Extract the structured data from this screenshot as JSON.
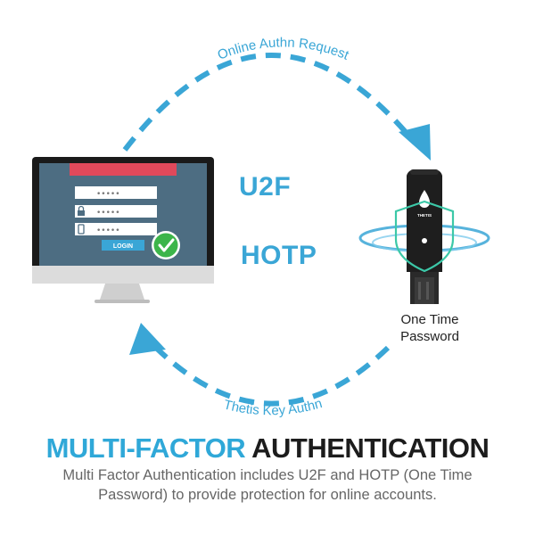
{
  "colors": {
    "accent": "#3aa6d6",
    "headline_accent": "#2fa8d8",
    "headline_dark": "#1c1c1c",
    "screen_bg": "#4d6d82",
    "login_header": "#e0495b",
    "success": "#3cb54a"
  },
  "arrows": {
    "top_label": "Online Authn Request",
    "bottom_label": "Thetis Key Authn"
  },
  "protocols": [
    "U2F",
    "HOTP"
  ],
  "login_form": {
    "field_mask": "•••••",
    "button_label": "LOGIN",
    "icons": [
      "user-icon",
      "lock-icon",
      "phone-icon"
    ]
  },
  "key": {
    "brand": "THETIS",
    "caption": "One Time Password"
  },
  "footer": {
    "title_part1": "MULTI-FACTOR",
    "title_part2": "AUTHENTICATION",
    "description": "Multi Factor Authentication includes U2F and HOTP (One Time Password) to provide protection for online accounts."
  }
}
